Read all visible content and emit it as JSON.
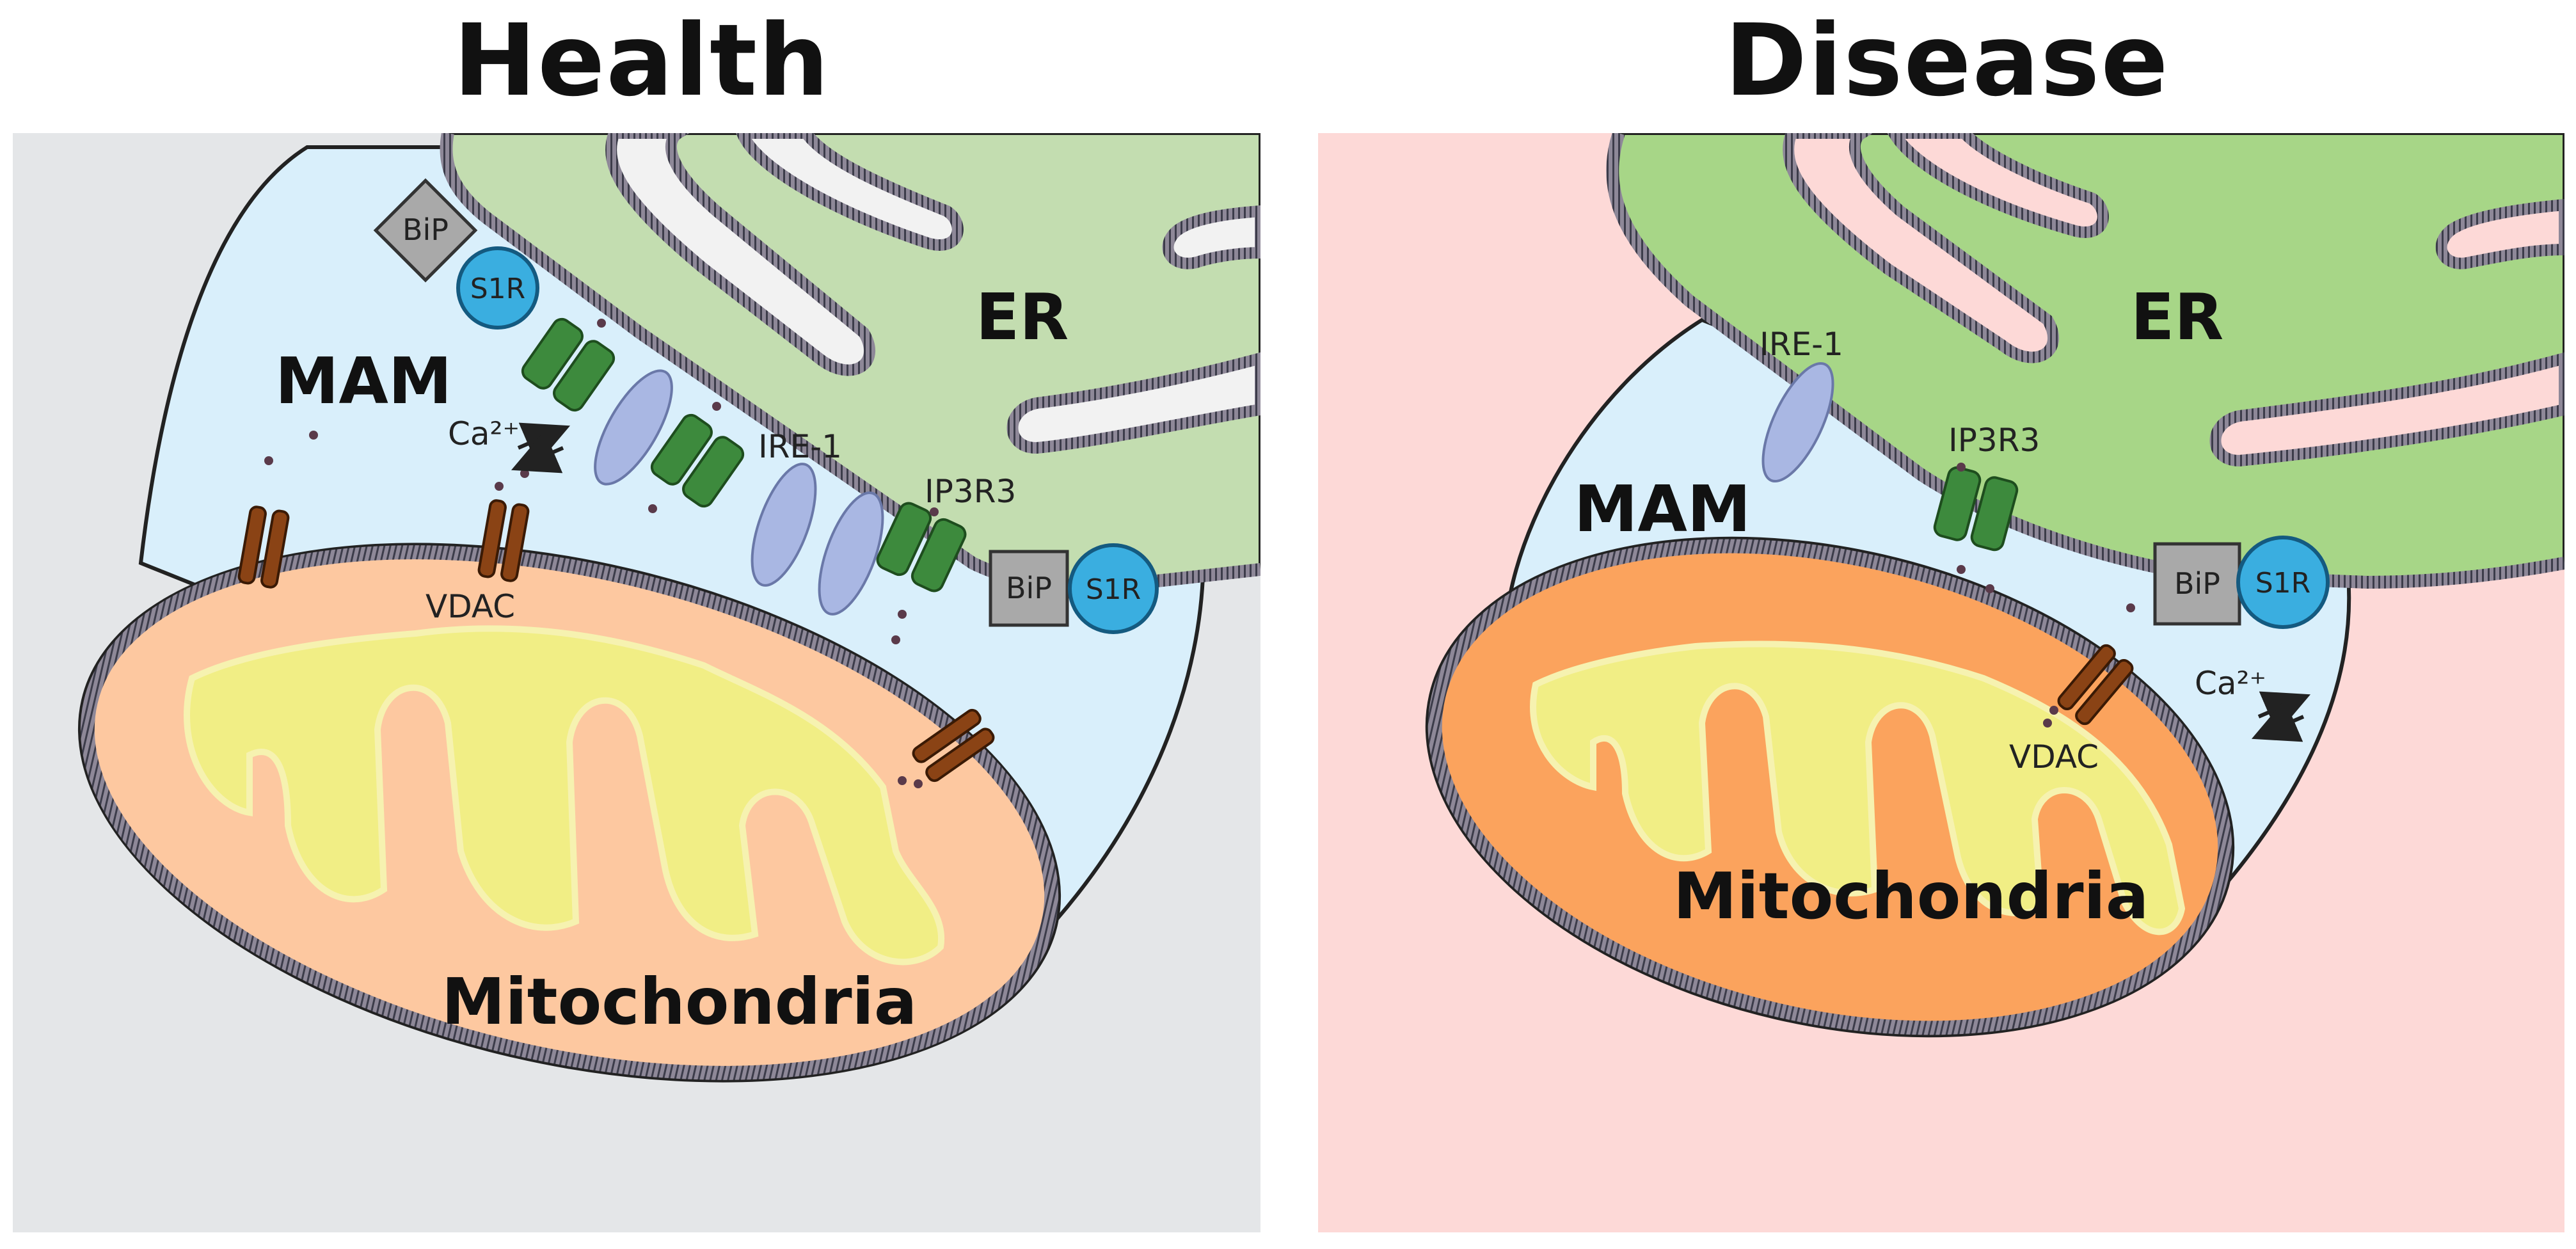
{
  "panels": [
    {
      "title": "Health",
      "background": "#e4e6e8",
      "labels": {
        "mam": "MAM",
        "er": "ER",
        "mitochondria": "Mitochondria",
        "calcium": "Ca²⁺",
        "ire1": "IRE-1",
        "ip3r3": "IP3R3",
        "vdac": "VDAC",
        "bip": "BiP",
        "s1r": "S1R"
      }
    },
    {
      "title": "Disease",
      "background": "#fdd9d7",
      "labels": {
        "mam": "MAM",
        "er": "ER",
        "mitochondria": "Mitochondria",
        "calcium": "Ca²⁺",
        "ire1": "IRE-1",
        "ip3r3": "IP3R3",
        "vdac": "VDAC",
        "bip": "BiP",
        "s1r": "S1R"
      }
    }
  ],
  "colors": {
    "health_bg": "#e4e6e8",
    "disease_bg": "#fdd9d7",
    "mam": "#d9effb",
    "er_health": "#c3ddb0",
    "er_disease": "#a7d687",
    "mito_health": "#fdc8a0",
    "mito_disease": "#fba35d",
    "cristae": "#f1ee85",
    "ip3r3": "#3d8a3d",
    "ire1": "#a9b7e3",
    "vdac": "#8a4315",
    "s1r": "#3aaee0",
    "bip": "#a9a9a9"
  }
}
